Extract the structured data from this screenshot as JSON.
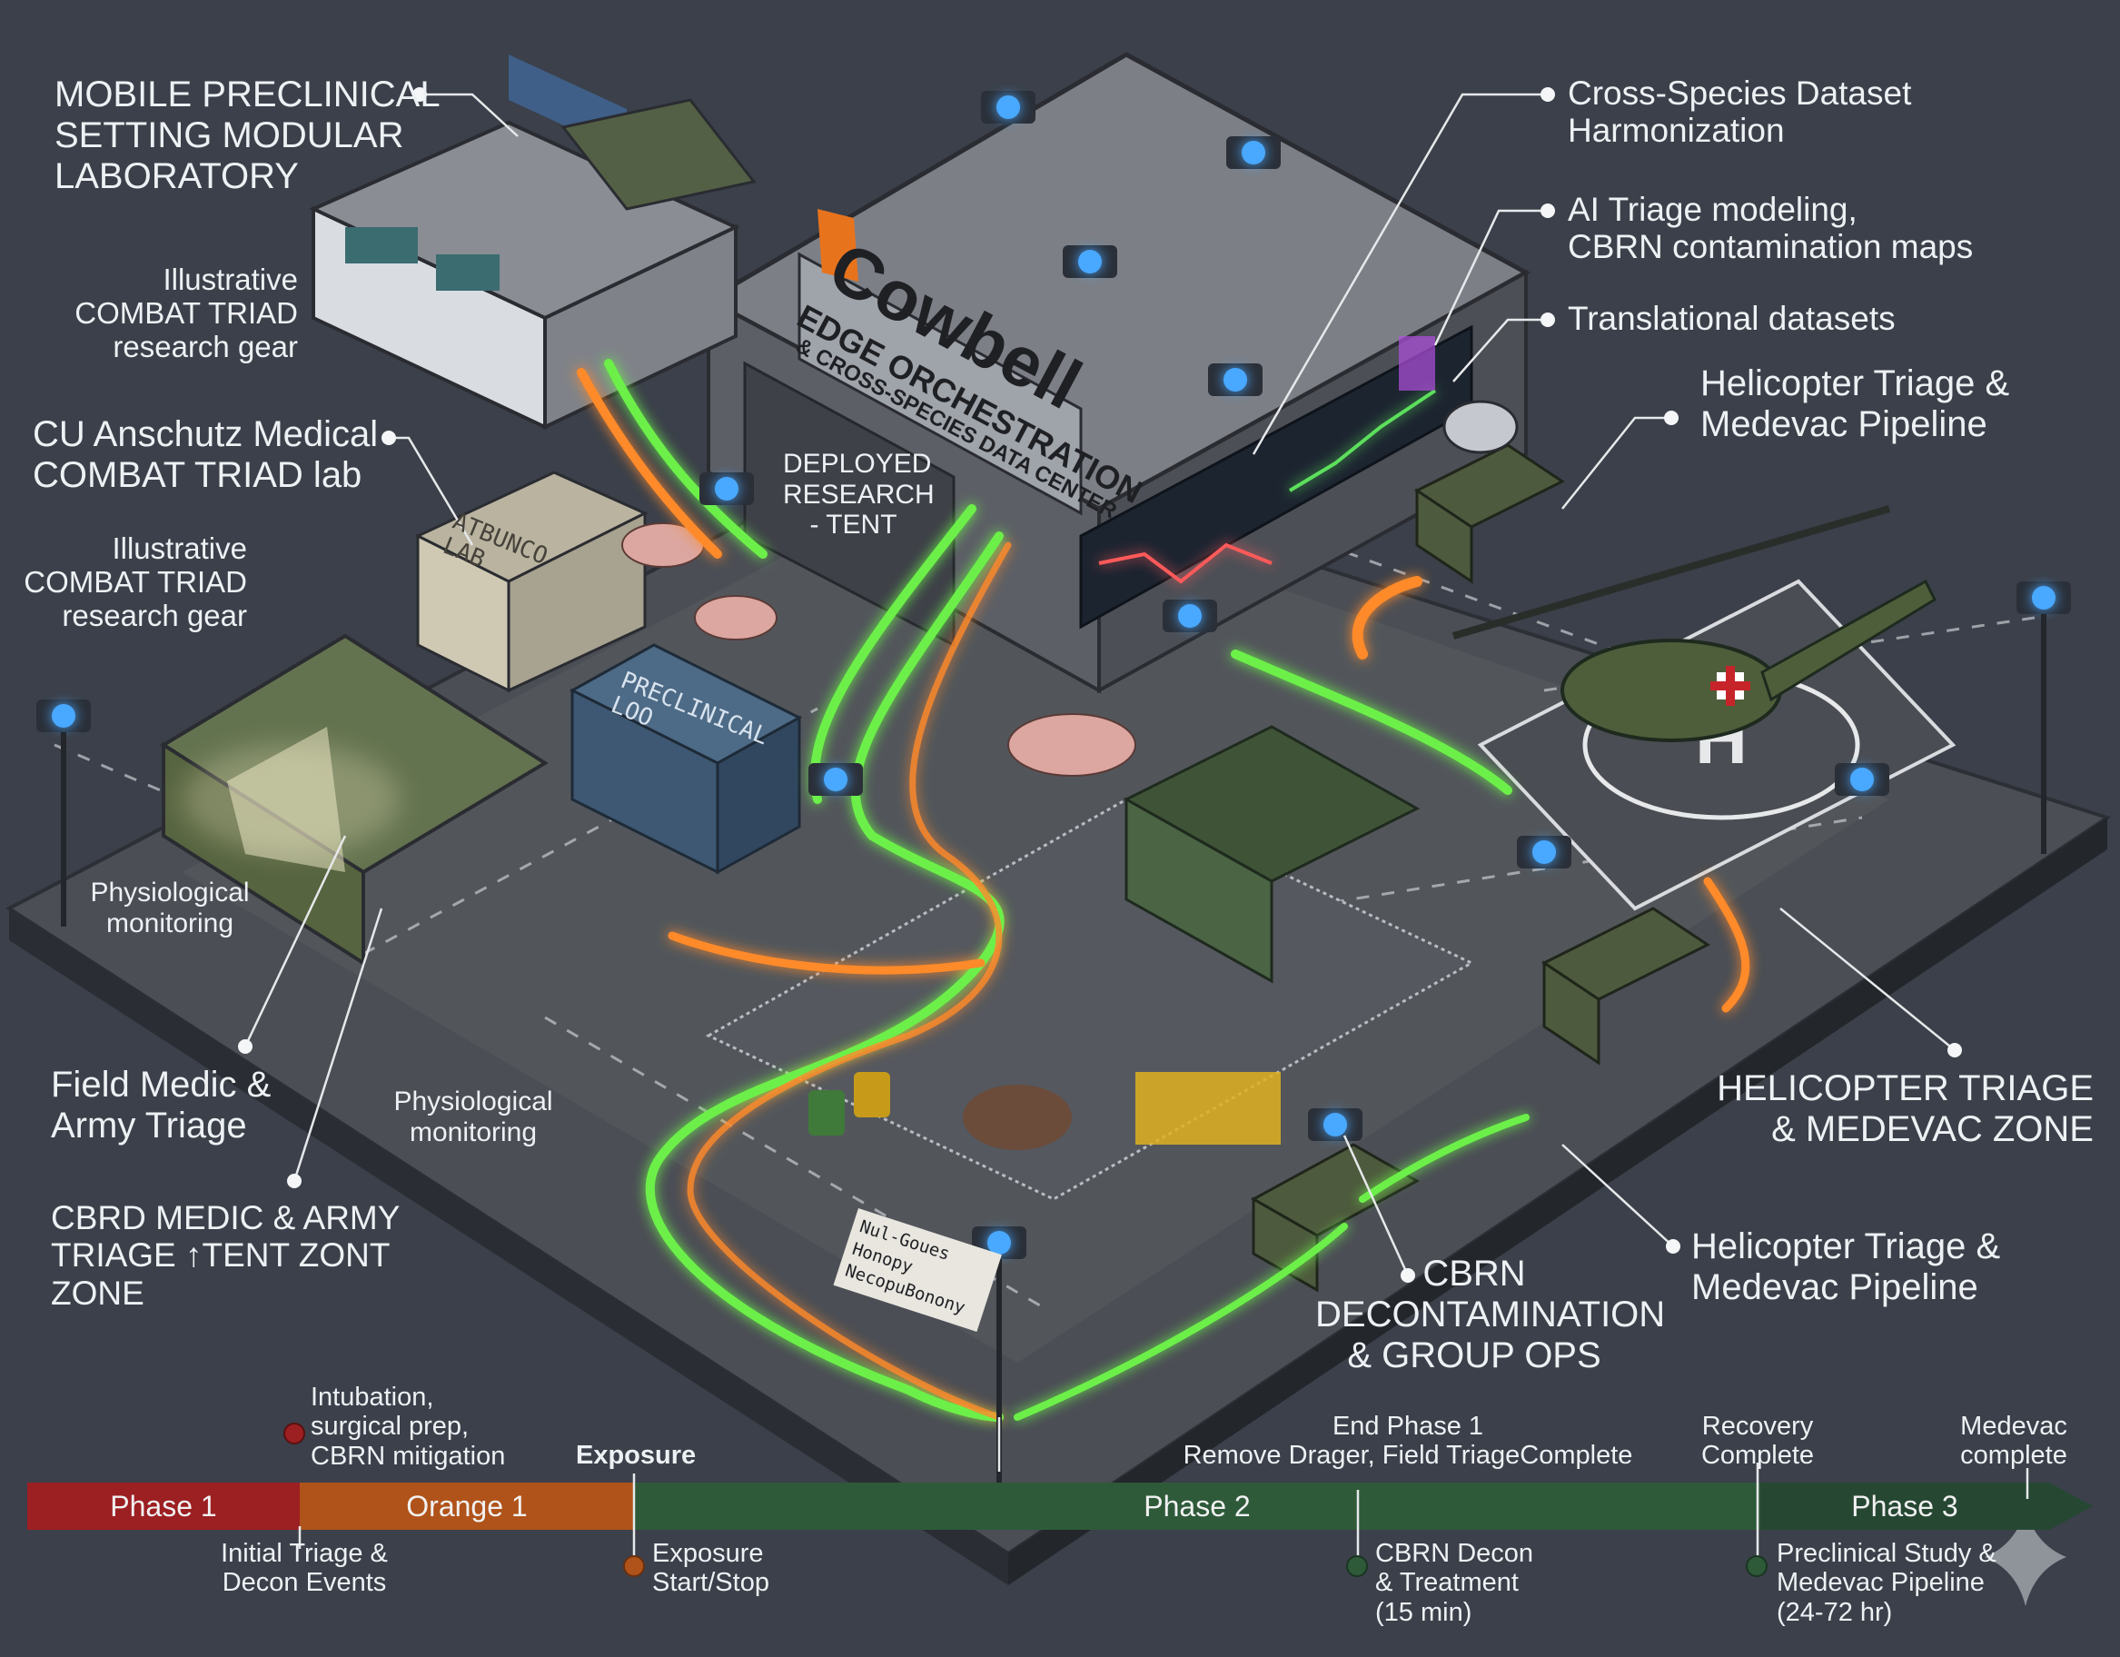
{
  "colors": {
    "background": "#3b404a",
    "phase1": "#9c1f22",
    "orange": "#b0531a",
    "phase2": "#2e5a3a",
    "phase3": "#264833",
    "glow_green": "#6cf04a",
    "glow_orange": "#ff8a2a",
    "beacon_blue": "#4aa8ff",
    "brand_orange": "#e8731d"
  },
  "center_building": {
    "logo": "Cowbell",
    "sign_line1": "EDGE ORCHESTRATION",
    "sign_line2": "& CROSS-SPECIES DATA CENTER"
  },
  "scene_signs": {
    "deployed_tent": "DEPLOYED\nRESEARCH\n- TENT",
    "container_graffiti": "PRECLINICAL\nLOO",
    "shack_graffiti": "ATBUNCO\nLAB",
    "fence_sign": "Nul-Goues\nHonopy\nNecopuBonony"
  },
  "icons": {
    "beacon": "sensor-beacon-icon",
    "helipad": "helipad-h-icon",
    "satellite": "satellite-dish-icon",
    "medical_cross": "red-cross-icon",
    "sparkle": "sparkle-watermark-icon"
  },
  "callouts": {
    "mobile_lab": "MOBILE PRECLINICAL\nSETTING MODULAR\nLABORATORY",
    "illustrative_gear_1": "Illustrative\nCOMBAT TRIAD\nresearch gear",
    "cu_anschutz": "CU Anschutz Medical\nCOMBAT TRIAD lab",
    "illustrative_gear_2": "Illustrative\nCOMBAT TRIAD\nresearch gear",
    "physio_left": "Physiological\nmonitoring",
    "field_medic": "Field Medic &\nArmy Triage",
    "physio_center": "Physiological\nmonitoring",
    "cbrd_zone": "CBRD MEDIC & ARMY\nTRIAGE ↑TENT ZONT\nZONE",
    "cross_species": "Cross-Species Dataset\nHarmonization",
    "ai_triage": "AI Triage modeling,\nCBRN contamination maps",
    "translational": "Translational datasets",
    "heli_pipeline_top": "Helicopter Triage &\nMedevac Pipeline",
    "heli_zone": "HELICOPTER TRIAGE\n& MEDEVAC ZONE",
    "heli_pipeline_bottom": "Helicopter Triage &\nMedevac Pipeline",
    "cbrn_decon": "CBRN\nDECONTAMINATION\n& GROUP OPS"
  },
  "timeline": {
    "segments": [
      {
        "label": "Phase 1"
      },
      {
        "label": "Orange 1"
      },
      {
        "label": "Phase 2"
      },
      {
        "label": "Phase 3"
      }
    ],
    "above": {
      "intubation": "Intubation,\nsurgical prep,\nCBRN mitigation",
      "exposure": "Exposure",
      "end_phase1": "End Phase 1\nRemove Drager, Field TriageComplete",
      "recovery": "Recovery\nComplete",
      "medevac": "Medevac\ncomplete"
    },
    "below": {
      "initial_triage": "Initial Triage &\nDecon Events",
      "exposure_startstop": "Exposure\nStart/Stop",
      "cbrn_decon": "CBRN Decon\n& Treatment\n(15 min)",
      "preclinical": "Preclinical Study &\nMedevac Pipeline\n(24-72 hr)"
    }
  }
}
